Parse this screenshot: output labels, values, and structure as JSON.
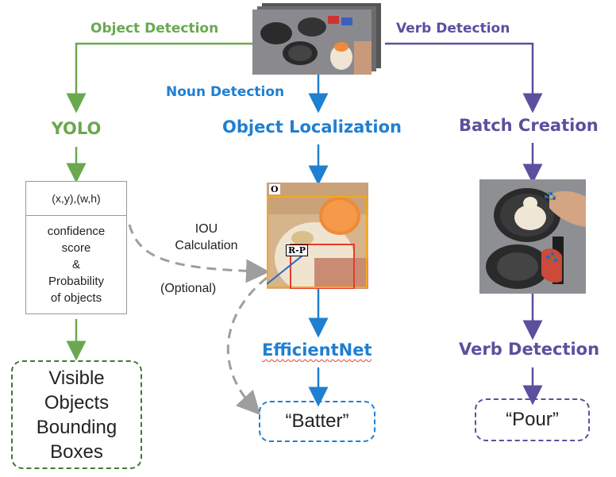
{
  "colors": {
    "object_detection": "#6aa84f",
    "noun_detection": "#1f7fd1",
    "verb_detection": "#5c4f9e",
    "dashed_gray": "#9e9e9e"
  },
  "branches": {
    "object_detection": "Object Detection",
    "noun_detection": "Noun Detection",
    "verb_detection": "Verb Detection"
  },
  "left": {
    "title": "YOLO",
    "box_top": "(x,y),(w,h)",
    "box_lines": [
      "confidence",
      "score",
      "&",
      "Probability",
      "of objects"
    ],
    "output_lines": [
      "Visible",
      "Objects",
      "Bounding",
      "Boxes"
    ]
  },
  "middle": {
    "title": "Object Localization",
    "frame_tag": "O",
    "region_tag": "R-P",
    "model": "EfficientNet",
    "output": "“Batter”"
  },
  "iou": {
    "line1": "IOU",
    "line2": "Calculation",
    "optional": "(Optional)"
  },
  "right": {
    "title": "Batch Creation",
    "model": "Verb Detection",
    "output": "“Pour”"
  },
  "icons": {
    "input": "kitchen-video-frames",
    "localized": "localized-object-frame",
    "hands": "hand-keypoints-frame"
  }
}
